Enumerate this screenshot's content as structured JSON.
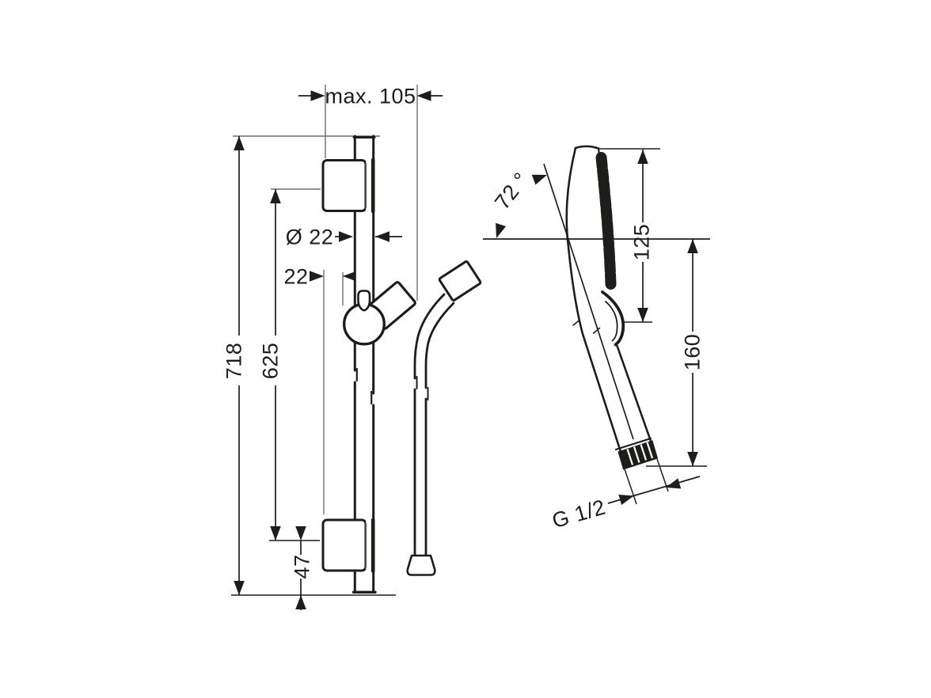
{
  "colors": {
    "background": "#ffffff",
    "line": "#1d1d1b",
    "reference_line": "#6f6f6f"
  },
  "wall_bar_view": {
    "max_offset": "max. 105",
    "total_height": "718",
    "bracket_distance": "625",
    "bar_diameter": "Ø 22",
    "wall_clearance": "22",
    "bottom_offset": "47"
  },
  "hand_shower_view": {
    "spray_angle": "72 °",
    "head_length": "125",
    "body_length": "160",
    "thread_size": "G 1/2"
  }
}
